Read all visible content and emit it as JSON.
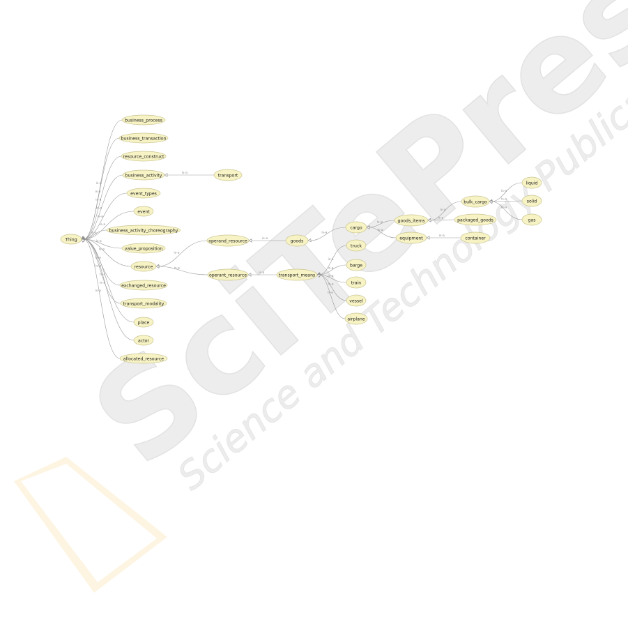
{
  "watermark": {
    "brand": "SciTePress",
    "tagline": "Science and Technology Publications"
  },
  "diagram": {
    "edge_label": "is-a",
    "nodes": [
      {
        "id": "thing",
        "label": "Thing"
      },
      {
        "id": "business_process",
        "label": "business_process"
      },
      {
        "id": "business_transaction",
        "label": "business_transaction"
      },
      {
        "id": "resource_construct",
        "label": "resource_construct"
      },
      {
        "id": "business_activity",
        "label": "business_activity"
      },
      {
        "id": "transport",
        "label": "transport"
      },
      {
        "id": "event_types",
        "label": "event_types"
      },
      {
        "id": "event",
        "label": "event"
      },
      {
        "id": "business_activity_choreography",
        "label": "business_activity_choreography"
      },
      {
        "id": "value_proposition",
        "label": "value_proposition"
      },
      {
        "id": "resource",
        "label": "resource"
      },
      {
        "id": "exchanged_resource",
        "label": "exchanged_resource"
      },
      {
        "id": "transport_modality",
        "label": "transport_modality"
      },
      {
        "id": "place",
        "label": "place"
      },
      {
        "id": "actor",
        "label": "actor"
      },
      {
        "id": "allocated_resource",
        "label": "allocated_resource"
      },
      {
        "id": "operand_resource",
        "label": "operand_resource"
      },
      {
        "id": "operant_resource",
        "label": "operant_resource"
      },
      {
        "id": "goods",
        "label": "goods"
      },
      {
        "id": "transport_means",
        "label": "transport_means"
      },
      {
        "id": "truck",
        "label": "truck"
      },
      {
        "id": "barge",
        "label": "barge"
      },
      {
        "id": "train",
        "label": "train"
      },
      {
        "id": "vessel",
        "label": "vessel"
      },
      {
        "id": "airplane",
        "label": "airplane"
      },
      {
        "id": "cargo",
        "label": "cargo"
      },
      {
        "id": "goods_items",
        "label": "goods_items"
      },
      {
        "id": "equipment",
        "label": "equipment"
      },
      {
        "id": "bulk_cargo",
        "label": "bulk_cargo"
      },
      {
        "id": "packaged_goods",
        "label": "packaged_goods"
      },
      {
        "id": "container",
        "label": "container"
      },
      {
        "id": "liquid",
        "label": "liquid"
      },
      {
        "id": "solid",
        "label": "solid"
      },
      {
        "id": "gas",
        "label": "gas"
      }
    ],
    "edges": [
      {
        "from": "business_process",
        "to": "thing"
      },
      {
        "from": "business_transaction",
        "to": "thing"
      },
      {
        "from": "resource_construct",
        "to": "thing"
      },
      {
        "from": "business_activity",
        "to": "thing"
      },
      {
        "from": "event_types",
        "to": "thing"
      },
      {
        "from": "event",
        "to": "thing"
      },
      {
        "from": "business_activity_choreography",
        "to": "thing"
      },
      {
        "from": "value_proposition",
        "to": "thing"
      },
      {
        "from": "resource",
        "to": "thing"
      },
      {
        "from": "exchanged_resource",
        "to": "thing"
      },
      {
        "from": "transport_modality",
        "to": "thing"
      },
      {
        "from": "place",
        "to": "thing"
      },
      {
        "from": "actor",
        "to": "thing"
      },
      {
        "from": "allocated_resource",
        "to": "thing"
      },
      {
        "from": "transport",
        "to": "business_activity"
      },
      {
        "from": "operand_resource",
        "to": "resource"
      },
      {
        "from": "operant_resource",
        "to": "resource"
      },
      {
        "from": "goods",
        "to": "operand_resource"
      },
      {
        "from": "transport_means",
        "to": "operant_resource"
      },
      {
        "from": "truck",
        "to": "transport_means"
      },
      {
        "from": "barge",
        "to": "transport_means"
      },
      {
        "from": "train",
        "to": "transport_means"
      },
      {
        "from": "vessel",
        "to": "transport_means"
      },
      {
        "from": "airplane",
        "to": "transport_means"
      },
      {
        "from": "cargo",
        "to": "goods"
      },
      {
        "from": "goods_items",
        "to": "cargo"
      },
      {
        "from": "equipment",
        "to": "cargo"
      },
      {
        "from": "bulk_cargo",
        "to": "goods_items"
      },
      {
        "from": "packaged_goods",
        "to": "goods_items"
      },
      {
        "from": "container",
        "to": "equipment"
      },
      {
        "from": "liquid",
        "to": "bulk_cargo"
      },
      {
        "from": "solid",
        "to": "bulk_cargo"
      },
      {
        "from": "gas",
        "to": "bulk_cargo"
      }
    ]
  }
}
